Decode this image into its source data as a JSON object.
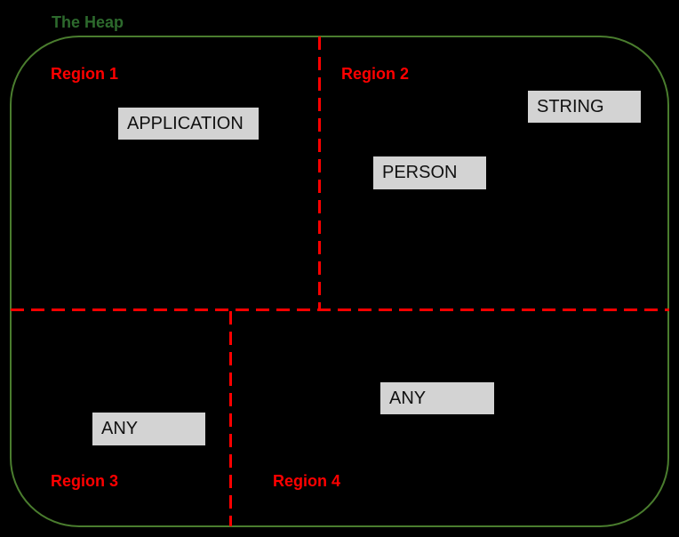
{
  "title": "The Heap",
  "colors": {
    "background": "#000000",
    "heap_outline_green": "#4a7d2e",
    "title_green": "#2d6a2d",
    "divider_red": "#ff0000",
    "region_label_red": "#ff0000",
    "box_fill_gray": "#d3d3d3",
    "box_border": "#000000",
    "box_text": "#111111"
  },
  "regions": [
    {
      "label": "Region 1"
    },
    {
      "label": "Region 2"
    },
    {
      "label": "Region 3"
    },
    {
      "label": "Region 4"
    }
  ],
  "boxes": [
    {
      "label": "APPLICATION",
      "region": "Region 1"
    },
    {
      "label": "STRING",
      "region": "Region 2"
    },
    {
      "label": "PERSON",
      "region": "Region 2"
    },
    {
      "label": "ANY",
      "region": "Region 3"
    },
    {
      "label": "ANY",
      "region": "Region 4"
    }
  ]
}
